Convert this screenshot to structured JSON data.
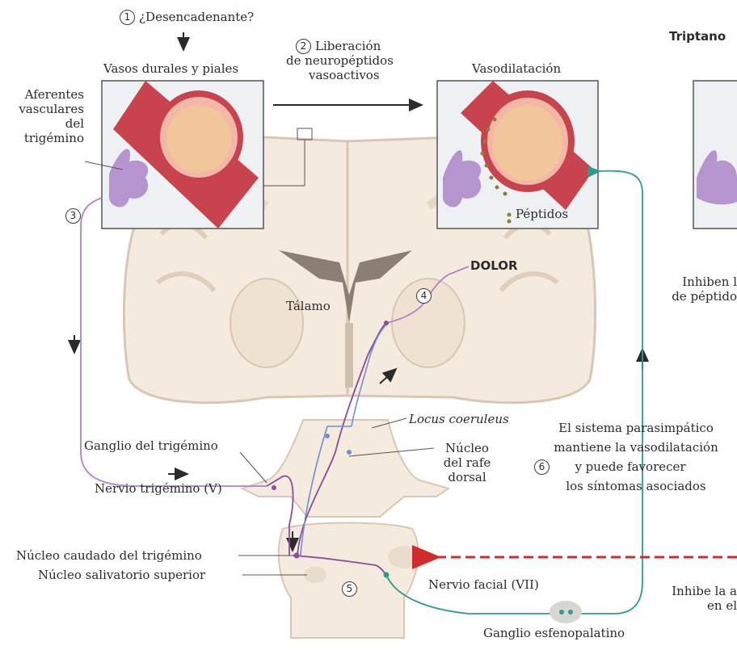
{
  "steps": {
    "s1": {
      "number": "1",
      "label": "¿Desencadenante?"
    },
    "s2": {
      "number": "2",
      "label_line1": "Liberación",
      "label_line2": "de neuropéptidos",
      "label_line3": "vasoactivos"
    },
    "s3": {
      "number": "3"
    },
    "s4": {
      "number": "4"
    },
    "s5": {
      "number": "5"
    },
    "s6": {
      "number": "6",
      "line1": "El sistema parasimpático",
      "line2": "mantiene la vasodilatación",
      "line3": "y puede favorecer",
      "line4": "los síntomas asociados"
    }
  },
  "labels": {
    "vessels": "Vasos durales y piales",
    "vasodilation": "Vasodilatación",
    "afferents_line1": "Aferentes",
    "afferents_line2": "vasculares",
    "afferents_line3": "del",
    "afferents_line4": "trigémino",
    "peptides": "Péptidos",
    "pain": "DOLOR",
    "thalamus": "Tálamo",
    "locus": "Locus coeruleus",
    "raphe_line1": "Núcleo",
    "raphe_line2": "del rafe",
    "raphe_line3": "dorsal",
    "trig_ganglion": "Ganglio del trigémino",
    "trig_nerve": "Nervio trigémino (V)",
    "caudal_nucleus": "Núcleo caudado del trigémino",
    "salivatory": "Núcleo salivatorio superior",
    "facial_nerve": "Nervio facial (VII)",
    "spheno_ganglion": "Ganglio esfenopalatino",
    "triptans_title": "Triptano",
    "inhibit_line1": "Inhiben l",
    "inhibit_line2": "de péptido",
    "inhibit_bottom_line1": "Inhibe la a",
    "inhibit_bottom_line2": "en el"
  },
  "colors": {
    "artery": "#c8434d",
    "artery_light": "#f2b7a7",
    "lumen": "#f0c69a",
    "nerve_purple": "#b695cf",
    "brain_fill": "#f4eadd",
    "brain_stroke": "#d8c8b3",
    "ventricle": "#8a7f72",
    "pathway_purple": "#8a4c9b",
    "pathway_blue": "#6f8fcf",
    "parasym_green": "#2c9c8c",
    "dashed_red": "#d22b2b",
    "box_bg": "#eef1f4"
  }
}
